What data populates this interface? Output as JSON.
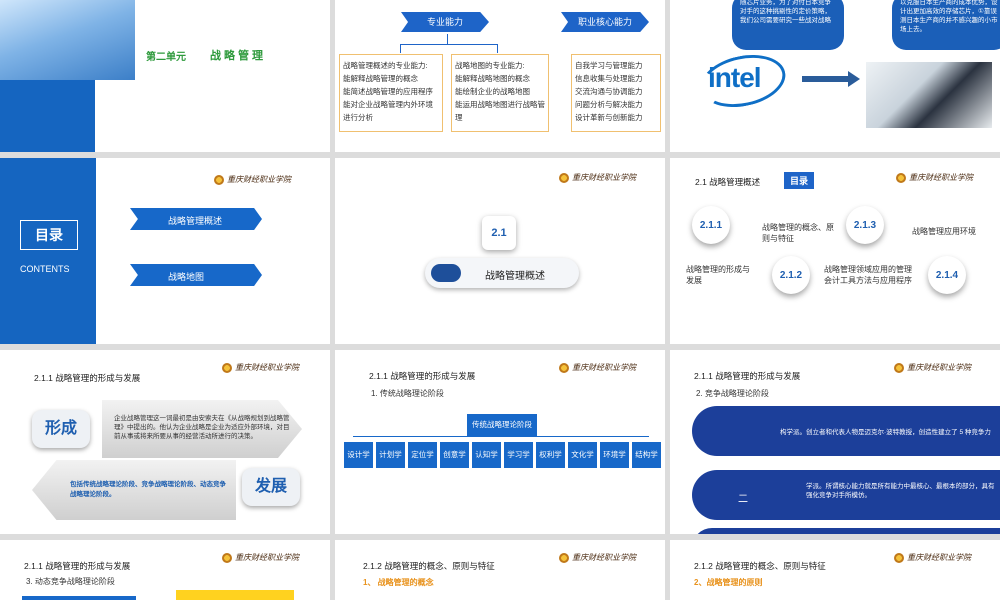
{
  "s1": {
    "unit": "第二单元",
    "title": "战略管理"
  },
  "s2": {
    "ribbon_left": "专业能力",
    "ribbon_right": "职业核心能力",
    "box1": [
      "战略管理概述的专业能力:",
      "能解释战略管理的概念",
      "能简述战略管理的应用程序",
      "能对企业战略管理内外环境进行分析"
    ],
    "box2": [
      "战略地图的专业能力:",
      "能解释战略地图的概念",
      "能绘制企业的战略地图",
      "能运用战略地图进行战略管理"
    ],
    "box3": [
      "自我学习与管理能力",
      "信息收集与处理能力",
      "交流沟通与协调能力",
      "问题分析与解决能力",
      "设计革新与创新能力"
    ]
  },
  "s3": {
    "bubble_left": "随芯片业务，为了对付日本竞争对手的这种挑剔性的定价策略，我们公司需要研究一些战对战略",
    "bubble_right": "以克服日本生产商的成本优势，设计出更加高效的存储芯片，①靠误测日本生产商的并不感兴趣的小市场上去。",
    "logo": "intel"
  },
  "school": "重庆财经职业学院",
  "s4": {
    "toc": "目录",
    "contents": "CONTENTS",
    "item1": "战略管理概述",
    "item2": "战略地图"
  },
  "s5": {
    "num": "2.1",
    "title": "战略管理概述"
  },
  "s6": {
    "header": "2.1 战略管理概述",
    "tag": "目录",
    "c1": "2.1.1",
    "c2": "2.1.2",
    "c3": "2.1.3",
    "c4": "2.1.4",
    "l1": "战略管理的形成与发展",
    "l2": "战略管理的概念、原则与特征",
    "l3": "战略管理领域应用的管理会计工具方法与应用程序",
    "l4": "战略管理应用环境"
  },
  "s7": {
    "header": "2.1.1 战略管理的形成与发展",
    "form": "形成",
    "dev": "发展",
    "text1": "企业战略管理这一词最初是由安索夫在《从战略规划到战略管理》中提出的。他认为企业战略是企业为适应外部环境，对目前从事或将来所要从事的经营活动所进行的决策。",
    "text2": "包括传统战略理论阶段、竞争战略理论阶段、动态竞争战略理论阶段。"
  },
  "s8": {
    "header": "2.1.1 战略管理的形成与发展",
    "sub": "1. 传统战略理论阶段",
    "root": "传统战略理论阶段",
    "chips": [
      "设计学派",
      "计划学派",
      "定位学派",
      "创意学派",
      "认知学派",
      "学习学派",
      "权利学派",
      "文化学派",
      "环境学派",
      "结构学派"
    ]
  },
  "s9": {
    "header": "2.1.1 战略管理的形成与发展",
    "sub": "2. 竞争战略理论阶段",
    "band1": "构学派。创立者和代表人物是迈克尔·波特教授，创造性建立了 5 种竞争力",
    "band2": "学派。所谓核心能力就是所有能力中最核心、最根本的部分，具有强化竞争对手所模仿。",
    "mark": "二"
  },
  "s10": {
    "header": "2.1.1 战略管理的形成与发展",
    "sub": "3. 动态竞争战略理论阶段"
  },
  "s11": {
    "header": "2.1.2 战略管理的概念、原则与特征",
    "sub": "1、 战略管理的概念"
  },
  "s12": {
    "header": "2.1.2 战略管理的概念、原则与特征",
    "sub": "2、战略管理的原则"
  }
}
